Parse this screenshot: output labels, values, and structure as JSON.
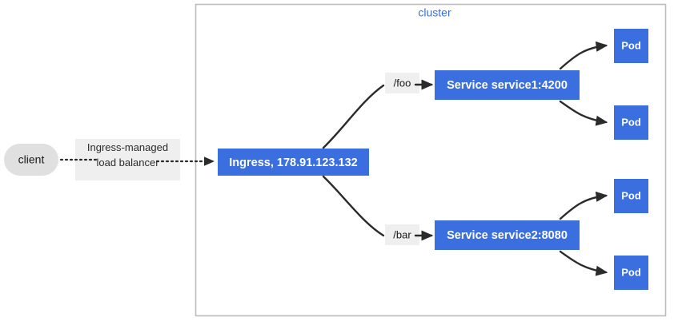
{
  "diagram": {
    "title": "Kubernetes Ingress routing diagram",
    "colors": {
      "node_blue": "#3b6fe0",
      "cluster_label_blue": "#3b6fe0",
      "client_gray": "#e0e0e0",
      "label_gray": "#efefef",
      "border_gray": "#bdbdbd",
      "edge_dark": "#2b2b2b",
      "background": "#ffffff"
    },
    "cluster": {
      "label": "cluster"
    },
    "client": {
      "label": "client"
    },
    "load_balancer": {
      "line1": "Ingress-managed",
      "line2": "load balancer"
    },
    "ingress": {
      "label": "Ingress, 178.91.123.132"
    },
    "routes": [
      {
        "path_label": "/foo",
        "service_label": "Service service1:4200",
        "pods": [
          {
            "label": "Pod"
          },
          {
            "label": "Pod"
          }
        ]
      },
      {
        "path_label": "/bar",
        "service_label": "Service service2:8080",
        "pods": [
          {
            "label": "Pod"
          },
          {
            "label": "Pod"
          }
        ]
      }
    ]
  }
}
